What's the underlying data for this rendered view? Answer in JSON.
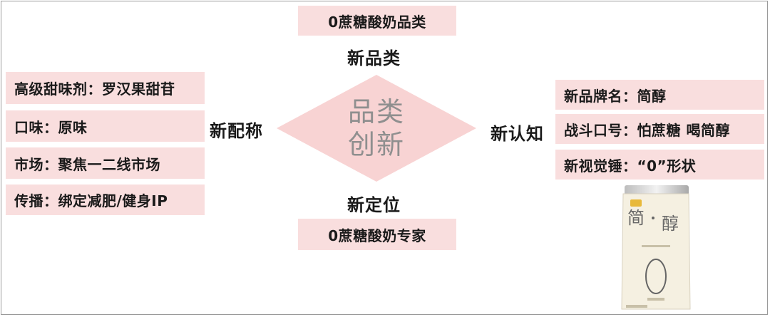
{
  "center": {
    "line1": "品类",
    "line2": "创新"
  },
  "top": {
    "label": "新品类",
    "box": "0蔗糖酸奶品类"
  },
  "bottom": {
    "label": "新定位",
    "box": "0蔗糖酸奶专家"
  },
  "left": {
    "label": "新配称",
    "items": [
      "高级甜味剂：罗汉果甜苷",
      "口味：原味",
      "市场：聚焦一二线市场",
      "传播：绑定减肥/健身IP"
    ]
  },
  "right": {
    "label": "新认知",
    "items": [
      "新品牌名：简醇",
      "战斗口号：怕蔗糖 喝简醇",
      "新视觉锤：“0”形状"
    ]
  },
  "colors": {
    "box_fill": "#f9dede",
    "diamond_fill": "#f8d3d3",
    "text": "#1a1a1a",
    "diamond_text": "#8f8f8f"
  }
}
